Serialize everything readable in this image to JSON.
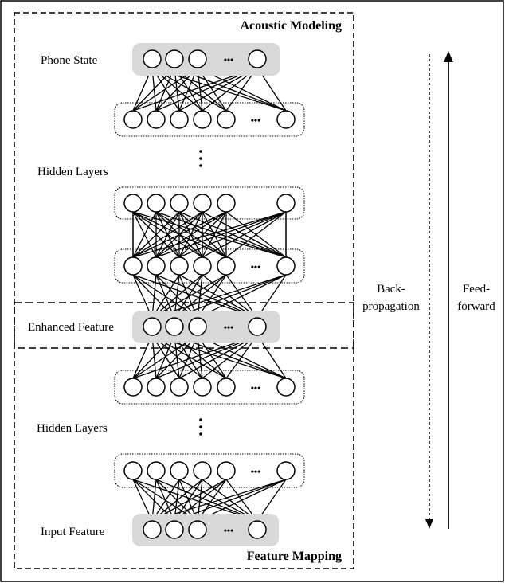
{
  "labels": {
    "acoustic_modeling": "Acoustic Modeling",
    "feature_mapping": "Feature Mapping",
    "phone_state": "Phone State",
    "hidden_layers_top": "Hidden Layers",
    "hidden_layers_bottom": "Hidden Layers",
    "enhanced_feature": "Enhanced Feature",
    "input_feature": "Input Feature",
    "back_line1": "Back-",
    "back_line2": "propagation",
    "feed_line1": "Feed-",
    "feed_line2": "forward",
    "ellipsis": "•••"
  },
  "layers": [
    {
      "id": "phone-state-layer",
      "style": "gray",
      "nodes": 4,
      "has_dots": true
    },
    {
      "id": "hidden-top-1-layer",
      "style": "dotted",
      "nodes": 6,
      "has_dots": true
    },
    {
      "id": "hidden-top-2-layer",
      "style": "dotted",
      "nodes": 6,
      "has_dots": false
    },
    {
      "id": "hidden-top-3-layer",
      "style": "dotted",
      "nodes": 6,
      "has_dots": true
    },
    {
      "id": "enhanced-feature-layer",
      "style": "gray",
      "nodes": 4,
      "has_dots": true
    },
    {
      "id": "hidden-bottom-1-layer",
      "style": "dotted",
      "nodes": 6,
      "has_dots": true
    },
    {
      "id": "hidden-bottom-2-layer",
      "style": "dotted",
      "nodes": 6,
      "has_dots": true
    },
    {
      "id": "input-feature-layer",
      "style": "gray",
      "nodes": 4,
      "has_dots": true
    }
  ],
  "connections": [
    {
      "from": "phone-state-layer",
      "to": "hidden-top-1-layer"
    },
    {
      "from": "hidden-top-2-layer",
      "to": "hidden-top-3-layer"
    },
    {
      "from": "hidden-top-3-layer",
      "to": "enhanced-feature-layer"
    },
    {
      "from": "enhanced-feature-layer",
      "to": "hidden-bottom-1-layer"
    },
    {
      "from": "hidden-bottom-2-layer",
      "to": "input-feature-layer"
    }
  ]
}
